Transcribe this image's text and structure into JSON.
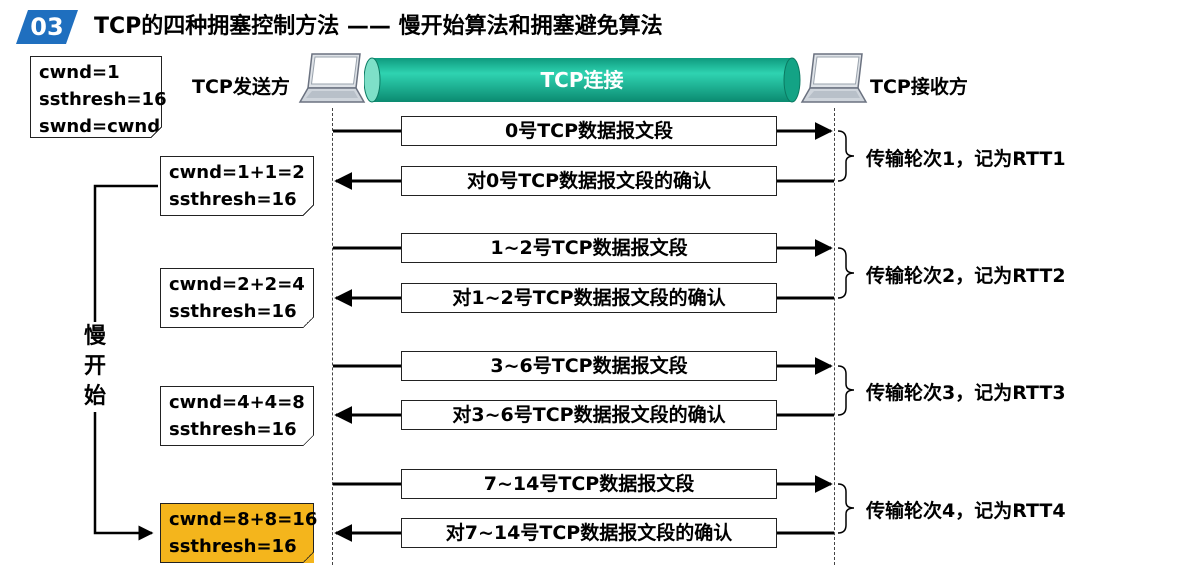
{
  "header": {
    "badge": "03",
    "title": "TCP的四种拥塞控制方法 —— 慢开始算法和拥塞避免算法"
  },
  "initial_state": [
    "cwnd=1",
    "ssthresh=16",
    "swnd=cwnd"
  ],
  "endpoints": {
    "sender": "TCP发送方",
    "receiver": "TCP接收方",
    "connection": "TCP连接"
  },
  "rounds": [
    {
      "state": [
        "cwnd=1+1=2",
        "ssthresh=16"
      ],
      "send": "0号TCP数据报文段",
      "ack": "对0号TCP数据报文段的确认",
      "round_label": "传输轮次1，记为RTT1"
    },
    {
      "state": [
        "cwnd=2+2=4",
        "ssthresh=16"
      ],
      "send": "1~2号TCP数据报文段",
      "ack": "对1~2号TCP数据报文段的确认",
      "round_label": "传输轮次2，记为RTT2"
    },
    {
      "state": [
        "cwnd=4+4=8",
        "ssthresh=16"
      ],
      "send": "3~6号TCP数据报文段",
      "ack": "对3~6号TCP数据报文段的确认",
      "round_label": "传输轮次3，记为RTT3"
    },
    {
      "state": [
        "cwnd=8+8=16",
        "ssthresh=16"
      ],
      "send": "7~14号TCP数据报文段",
      "ack": "对7~14号TCP数据报文段的确认",
      "round_label": "传输轮次4，记为RTT4",
      "highlighted": true
    }
  ],
  "phase_label": "慢开始",
  "colors": {
    "badge": "#1f6fbf",
    "connection_pipe": "#1abc9c",
    "highlight_note": "#f4b51c"
  },
  "icons": [
    "laptop-icon",
    "laptop-icon"
  ]
}
